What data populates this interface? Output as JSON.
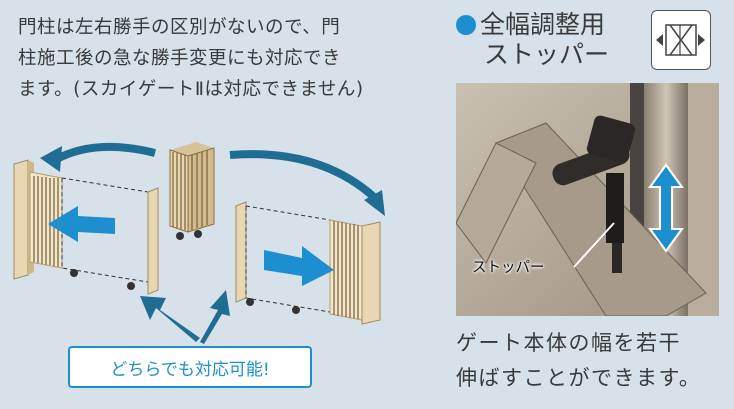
{
  "description": {
    "line1": "門柱は左右勝手の区別がないので、門",
    "line2": "柱施工後の急な勝手変更にも対応でき",
    "line3": "ます。(スカイゲートⅡは対応できません)"
  },
  "callout": {
    "text": "どちらでも対応可能!"
  },
  "stopper": {
    "title_line1": "全幅調整用",
    "title_line2": "ストッパー",
    "icon": "expand-width-icon",
    "photo_label": "ストッパー"
  },
  "caption": {
    "line1": "ゲート本体の幅を若干",
    "line2": "伸ばすことができます。"
  },
  "colors": {
    "background": "#d6e1ea",
    "accent_blue": "#1d8fd0",
    "arrow_navy": "#1f6d93",
    "post_wood": "#e8d7b2",
    "text": "#3a3a3a"
  }
}
